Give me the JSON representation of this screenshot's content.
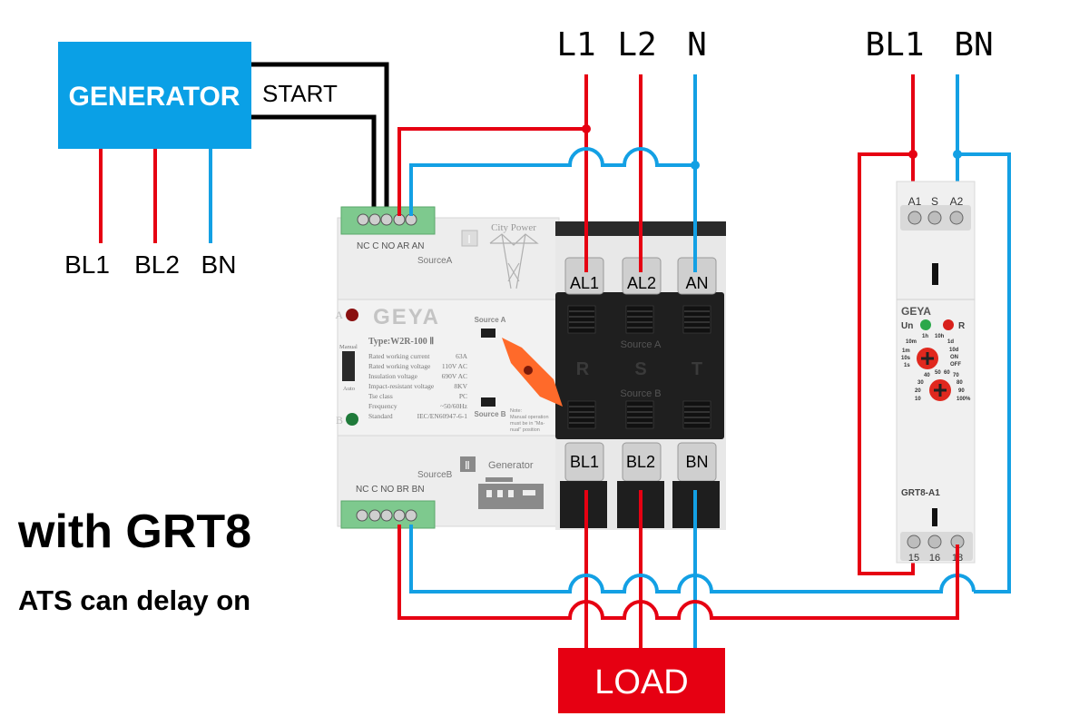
{
  "colors": {
    "live": "#e60012",
    "neutral": "#13a0e4",
    "control": "#000000",
    "generator_box": "#0aa0e6",
    "load_box": "#e60012",
    "device_body": "#ececec",
    "device_dark": "#1e1e1e",
    "terminal_green": "#7ec98e",
    "handle": "#ff6a2a"
  },
  "generator": {
    "label": "GENERATOR",
    "start_label": "START",
    "outputs": [
      "BL1",
      "BL2",
      "BN"
    ]
  },
  "mains_labels": [
    "L1",
    "L2",
    "N"
  ],
  "relay_supply_labels": [
    "BL1",
    "BN"
  ],
  "caption": {
    "title": "with GRT8",
    "subtitle": "ATS can delay on"
  },
  "load": {
    "label": "LOAD"
  },
  "ats": {
    "brand": "GEYA",
    "type": "Type:W2R-100 Ⅱ",
    "source_a_terminals": "NC C NO AR AN",
    "source_a_label": "SourceA",
    "source_a_roman": "Ⅰ",
    "city_power": "City Power",
    "source_b_terminals": "NC C NO BR BN",
    "source_b_label": "SourceB",
    "source_b_roman": "Ⅱ",
    "generator_label": "Generator",
    "indicator_a": "A",
    "indicator_b": "B",
    "mode_manual": "Manual",
    "mode_auto": "Auto",
    "switch_source_a": "Source A",
    "switch_source_b": "Source B",
    "note": [
      "Note:",
      "Manual operation",
      "must be in \"Ma-",
      "nual\" position"
    ],
    "specs": [
      {
        "name": "Rated working current",
        "value": "63A"
      },
      {
        "name": "Rated working voltage",
        "value": "110V AC"
      },
      {
        "name": "Insulation voltage",
        "value": "690V AC"
      },
      {
        "name": "Impact-resistant voltage",
        "value": "8KV"
      },
      {
        "name": "Tse class",
        "value": "PC"
      },
      {
        "name": "Frequency",
        "value": "~50/60Hz"
      },
      {
        "name": "Standard",
        "value": "IEC/EN60947-6-1"
      }
    ],
    "top_terminals": [
      "AL1",
      "AL2",
      "AN"
    ],
    "bottom_terminals": [
      "BL1",
      "BL2",
      "BN"
    ],
    "phases": [
      "R",
      "S",
      "T"
    ],
    "panel_source_a": "Source A",
    "panel_source_b": "Source B"
  },
  "relay": {
    "brand": "GEYA",
    "model": "GRT8-A1",
    "top_terminals": [
      "A1",
      "S",
      "A2"
    ],
    "bottom_terminals": [
      "15",
      "16",
      "18"
    ],
    "led_un": "Un",
    "led_r": "R",
    "time_scale": [
      "1s",
      "10s",
      "1m",
      "10m",
      "1h",
      "10h",
      "1d",
      "10d",
      "ON",
      "OFF"
    ],
    "percent_scale": [
      "10",
      "20",
      "30",
      "40",
      "50",
      "60",
      "70",
      "80",
      "90",
      "100%"
    ]
  }
}
